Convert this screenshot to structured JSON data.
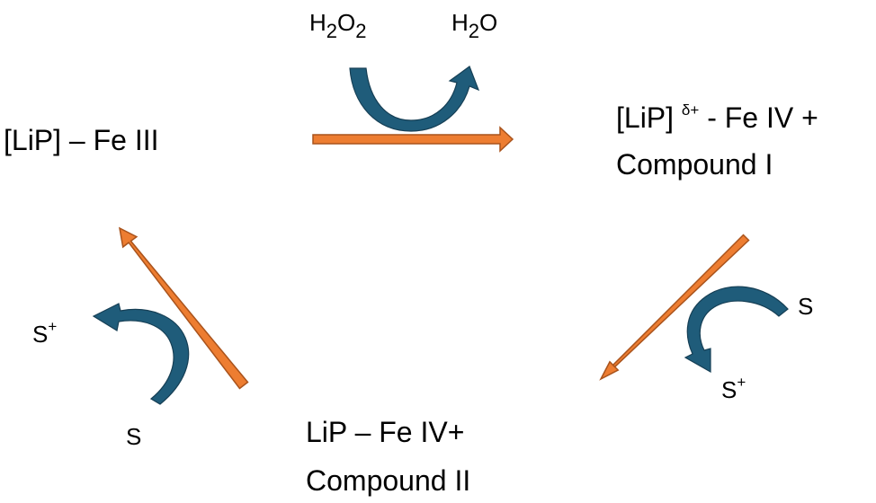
{
  "colors": {
    "reaction_arrow_fill": "#ED7D31",
    "reaction_arrow_stroke": "#A9531C",
    "curved_arrow_fill": "#1F5C7A",
    "curved_arrow_stroke": "#163F55",
    "text": "#000000"
  },
  "states": {
    "resting": {
      "text": "[LiP] – Fe III"
    },
    "compound_one": {
      "line1_main": "[LiP] ",
      "line1_sup": "δ+",
      "line1_rest": " - Fe IV +",
      "line2": "Compound I"
    },
    "compound_two": {
      "line1": "LiP – Fe IV+",
      "line2": "Compound II"
    }
  },
  "reagents": {
    "peroxide": {
      "base": "H",
      "sub1": "2",
      "mid": "O",
      "sub2": "2"
    },
    "water": {
      "base": "H",
      "sub1": "2",
      "mid": "O"
    }
  },
  "substrates": {
    "step2": {
      "in": "S",
      "out_base": "S",
      "out_sup": "+"
    },
    "step3": {
      "in": "S",
      "out_base": "S",
      "out_sup": "+"
    }
  }
}
